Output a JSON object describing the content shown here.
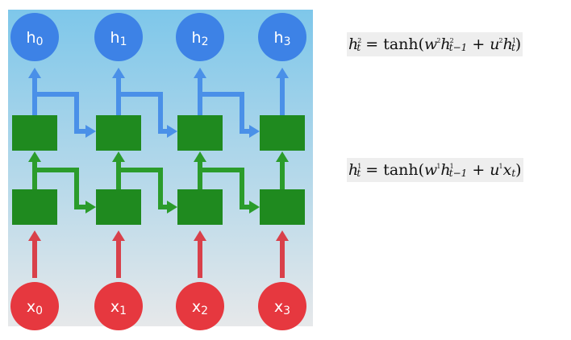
{
  "diagram": {
    "hidden_labels": [
      "h0",
      "h1",
      "h2",
      "h3"
    ],
    "input_labels": [
      "x0",
      "x1",
      "x2",
      "x3"
    ],
    "colors": {
      "bg_top": "#7ec7ea",
      "bg_bottom": "#e6e8ea",
      "cell": "#1f8a1f",
      "hidden_circle": "#3d82e6",
      "input_circle": "#e6383f",
      "forward_arrow": "#2b9c2b",
      "output_arrow": "#4a90e8",
      "input_arrow": "#d9404a"
    }
  },
  "equations": {
    "top": {
      "h": "h",
      "h_sub": "t",
      "h_sup": "2",
      "eq": "=",
      "fn": "tanh(",
      "w": "w",
      "w_sup": "2",
      "h2": "h",
      "h2_sub": "t−1",
      "h2_sup": "2",
      "plus": "+",
      "u": "u",
      "u_sup": "2",
      "h3": "h",
      "h3_sub": "t",
      "h3_sup": "1",
      "close": ")"
    },
    "bottom": {
      "h": "h",
      "h_sub": "t",
      "h_sup": "1",
      "eq": "=",
      "fn": "tanh(",
      "w": "w",
      "w_sup": "1",
      "h2": "h",
      "h2_sub": "t−1",
      "h2_sup": "1",
      "plus": "+",
      "u": "u",
      "u_sup": "1",
      "x": "x",
      "x_sub": "t",
      "close": ")"
    }
  }
}
